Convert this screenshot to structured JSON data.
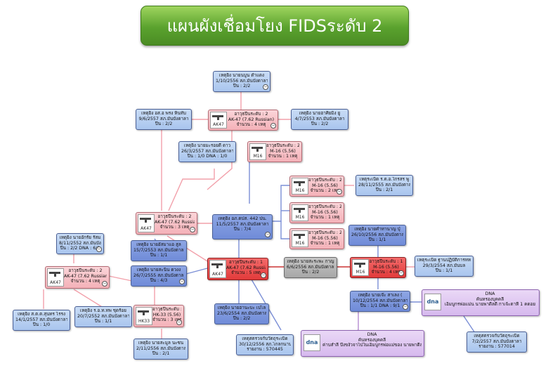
{
  "title": "แผนผังเชื่อมโยง FIDSระดับ 2",
  "nodes": {
    "n1": {
      "lines": [
        "เหตุยิง นายนบูน ดำแดง",
        "1/10/2556 สภ.มันบังตาลา",
        "ปืน : 2/2"
      ]
    },
    "n2": {
      "lines": [
        "เหตุยิง อส.อ พรง หินทับ",
        "9/6/2557 สภ.มันบังตาลา",
        "ปืน : 2/2"
      ]
    },
    "n3": {
      "icon": "AK47",
      "lines": [
        "อาวุธปืนระดับ : 2",
        "AK-47 (7.62 Russian)",
        "จำนวน : 4 เหตุ"
      ]
    },
    "n4": {
      "lines": [
        "เหตุยิง นายฮาศิยมิง ยู",
        "4/7/2553 สภ.มันบังตาลา",
        "ปืน : 2/2"
      ]
    },
    "n5": {
      "lines": [
        "เหตุยิง นายมะรอยดี ดาว",
        "26/3/2557 สภ.มันบังตาลา",
        "ปืน : 1/0  DNA : 1/0"
      ]
    },
    "n6": {
      "icon": "M16",
      "lines": [
        "อาวุธปืนระดับ : 2",
        "M-16 (5.56)",
        "จำนวน : 1 เหตุ"
      ]
    },
    "n7": {
      "icon": "M16",
      "lines": [
        "อาวุธปืนระดับ : 2",
        "M-16 (5.56)",
        "จำนวน : 2 เหตุ"
      ]
    },
    "n8": {
      "lines": [
        "เหตุระเบิด ร.ต.อ.ไกรสร พู",
        "28/11/2555 สภ.มันบังตาลา",
        "ปืน : 2/1"
      ]
    },
    "n9": {
      "icon": "M16",
      "lines": [
        "อาวุธปืนระดับ : 2",
        "M-16 (5.56)",
        "จำนวน : 1 เหตุ"
      ]
    },
    "n10": {
      "icon": "M16",
      "lines": [
        "อาวุธปืนระดับ : 2",
        "M-16 (5.56)",
        "จำนวน : 1 เหตุ"
      ]
    },
    "n11": {
      "icon": "AK47",
      "lines": [
        "อาวุธปืนระดับ : 2",
        "AK-47 (7.62 Russian)",
        "จำนวน : 3 เหตุ"
      ]
    },
    "n12": {
      "lines": [
        "เหตุยิง อภ.ตปส. 442 ปน.",
        "11/5/2557 สภ.มันบังตาลา",
        "ปืน : 7/4"
      ]
    },
    "n13": {
      "lines": [
        "เหตุยิง นายอักรัย รัสม",
        "8/11/2552 สภ.มันบังตาลา",
        "ปืน : 2/2  DNA : 6/2"
      ]
    },
    "n14": {
      "lines": [
        "เหตุยิง นายอัสมาแอ สูล",
        "15/7/2553 สภ.มันบังตาลา",
        "ปืน : 1/1"
      ]
    },
    "n15": {
      "lines": [
        "เหตุยิง นายคำทานาญ ปุ่",
        "26/10/2556 สภ.มันบังตาลา",
        "ปืน : 1/1"
      ]
    },
    "n16": {
      "icon": "AK47",
      "lines": [
        "อาวุธปืนระดับ : 2",
        "AK-47 (7.62 Russian)",
        "จำนวน : 4 เหตุ"
      ]
    },
    "n17": {
      "lines": [
        "เหตุยิง นายสะนิน ดวงง",
        "26/7/2555 สภ.มันบังตาลา",
        "ปืน : 4/3"
      ]
    },
    "n18": {
      "icon": "AK47",
      "lines": [
        "อาวุธปืนระดับ : 1",
        "AK-47 (7.62 Russian)",
        "จำนวน : 5 เหตุ"
      ]
    },
    "n19": {
      "lines": [
        "เหตุยิง นายสะระพะ กาญ",
        "6/6/2556 สภ.มันบังตาลา",
        "ปืน : 2/2"
      ]
    },
    "n20": {
      "icon": "M16",
      "lines": [
        "อาวุธปืนระดับ : 1",
        "M-16 (5.56)",
        "จำนวน : 4 เหตุ"
      ]
    },
    "n21": {
      "lines": [
        "เหตุระเบิด ฐานปฏิบัติการทห",
        "29/3/2554 สภ.มันบล",
        "ปืน : 1/1"
      ]
    },
    "n22": {
      "lines": [
        "เหตุยิง ส.ต.ต.สุนทร ไรรง",
        "14/1/2557 สภ.มันบังตาลา",
        "ปืน : 1/0"
      ]
    },
    "n23": {
      "lines": [
        "เหตุยิง ร.อ.ท.ทพ ชุดร้อย",
        "20/7/2552 สภ.มันบังตาลา",
        "ปืน : 1/1"
      ]
    },
    "n24": {
      "icon": "HK33",
      "lines": [
        "อาวุธปืนระดับ : 2",
        "HK-33 (5.56)",
        "จำนวน : 3 เหตุ"
      ]
    },
    "n25": {
      "lines": [
        "เหตุยิง นายฮานะบะ เปโล",
        "23/6/2554 สภ.มันบังตาลา",
        "ปืน : 2/2"
      ]
    },
    "n26": {
      "lines": [
        "เหตุยิง นายเจ๊ะ สาเลง (",
        "10/12/2554 สภ.มันบังตาลา",
        "ปืน : 1/1   DNA : 9/1"
      ]
    },
    "n27": {
      "icon": "dna",
      "lines": [
        "DNA",
        "ค้นหรองบุคคลี",
        "เอ็มบูกรพ่อแม่น นายพาดีลดี กาเจ้ะตาหี 1 คดอย"
      ]
    },
    "n28": {
      "lines": [
        "เหตุยิง นายสะมูล นะซน",
        "2/11/2556 สภ.มันบังตาลา",
        "ปืน : 2/1"
      ]
    },
    "n29": {
      "lines": [
        "เหตุสตรวจกับวัตถุระเบิด",
        "30/12/2556 สภ.โกลกนาบ",
        "รายงาน : 570445"
      ]
    },
    "n30": {
      "icon": "dna",
      "lines": [
        "DNA",
        "ค้นหรองบุคคลี",
        "ค่าบสำลี บึงขงัวจาไปในเอ็มบูกรพ่อแม่ของ นายพาดีลดี กาเจ้ะตาหี"
      ]
    },
    "n31": {
      "lines": [
        "เหตุสตรวจกับวัตถุระเบิด",
        "7/2/2557 สภ.มันบังตาลา",
        "รายงาน : 577014"
      ]
    }
  },
  "colors": {
    "pink_link": "#f2a0aa",
    "blue_link": "#7b8fd6",
    "red_link": "#c33",
    "purple_link": "#b58cd1"
  }
}
